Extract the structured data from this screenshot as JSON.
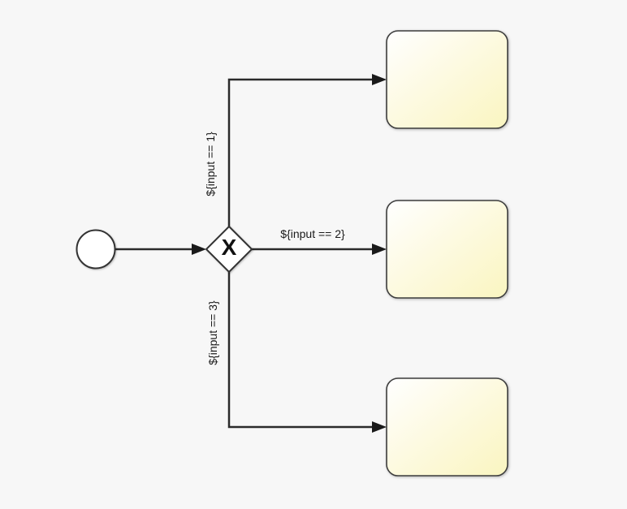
{
  "diagram": {
    "type": "bpmn-process",
    "start_event": {
      "kind": "start-event"
    },
    "gateway": {
      "kind": "exclusive-gateway",
      "label": "X"
    },
    "flows": [
      {
        "condition": "${input == 1}",
        "route": "up-then-right"
      },
      {
        "condition": "${input == 2}",
        "route": "right"
      },
      {
        "condition": "${input == 3}",
        "route": "down-then-right"
      }
    ],
    "task_count": 3
  },
  "colors": {
    "background": "#f7f7f7",
    "edge_stroke": "#2b2b2b",
    "node_stroke": "#333333",
    "node_fill": "#ffffff",
    "task_fill_top_left": "#ffffff",
    "task_fill_bottom_right": "#faf5c0",
    "label_text": "#1a1a1a"
  }
}
